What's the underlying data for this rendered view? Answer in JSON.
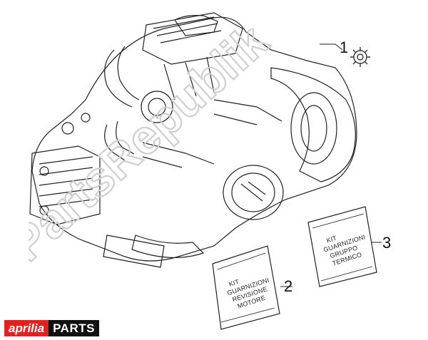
{
  "watermark_text": "PartsRepublik",
  "callouts": [
    {
      "id": "1",
      "label": "1"
    },
    {
      "id": "2",
      "label": "2"
    },
    {
      "id": "3",
      "label": "3"
    }
  ],
  "kit_small": {
    "line1": "KIT",
    "line2": "GUARNIZIONI",
    "line3": "REVISIONE",
    "line4": "MOTORE"
  },
  "kit_large": {
    "line1": "KIT",
    "line2": "GUARNIZIONI",
    "line3": "GRUPPO",
    "line4": "TERMICO"
  },
  "logo": {
    "brand": "aprilia",
    "parts": "PARTS"
  },
  "colors": {
    "brand_red": "#e3211f",
    "line": "#222222",
    "watermark": "#cfcfcf"
  },
  "icons": [
    "gear-icon"
  ]
}
